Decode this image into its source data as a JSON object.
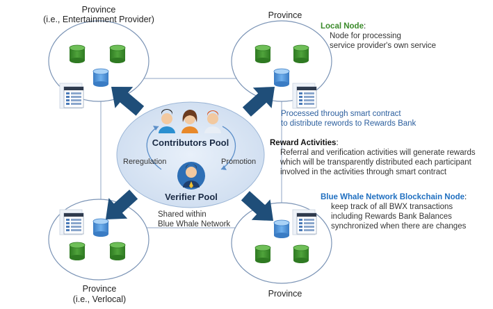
{
  "provinces": {
    "top_left": {
      "title": "Province",
      "subtitle": "(i.e., Entertainment Provider)"
    },
    "top_right": {
      "title": "Province"
    },
    "bottom_left": {
      "title": "Province",
      "subtitle": "(i.e., Verlocal)"
    },
    "bottom_right": {
      "title": "Province"
    }
  },
  "center": {
    "contributors_pool": "Contributors Pool",
    "verifier_pool": "Verifier Pool",
    "reregulation": "Reregulation",
    "promotion": "Promotion"
  },
  "notes": {
    "local_node": {
      "heading": "Local Node",
      "colon": ":",
      "lines": [
        "Node for processing",
        "service provider's own service"
      ]
    },
    "smart_contract": {
      "lines": [
        "Processed through smart contract",
        "to distribute rewords to Rewards Bank"
      ]
    },
    "reward_activities": {
      "heading": "Reward Activities",
      "colon": ":",
      "lines": [
        "Referral and verification activities will generate rewards",
        "which will be transparently distributed each participant",
        "involved in the activities through smart contract"
      ]
    },
    "shared": {
      "lines": [
        "Shared within",
        "Blue Whale Network"
      ]
    },
    "blockchain_node": {
      "heading": "Blue Whale Network Blockchain Node",
      "colon": ":",
      "lines": [
        "keep track of all BWX transactions",
        "including Rewards Bank Balances",
        "synchronized when there are changes"
      ]
    }
  },
  "colors": {
    "province_fill": "#ffffff",
    "province_stroke": "#7a93b5",
    "center_fill": "#dbe7f5",
    "db_green": "#3f8f2f",
    "db_blue": "#4d8fd6",
    "arrow": "#1f4e79",
    "heading_green": "#3a8a2a",
    "heading_blue": "#1f6fc0"
  }
}
